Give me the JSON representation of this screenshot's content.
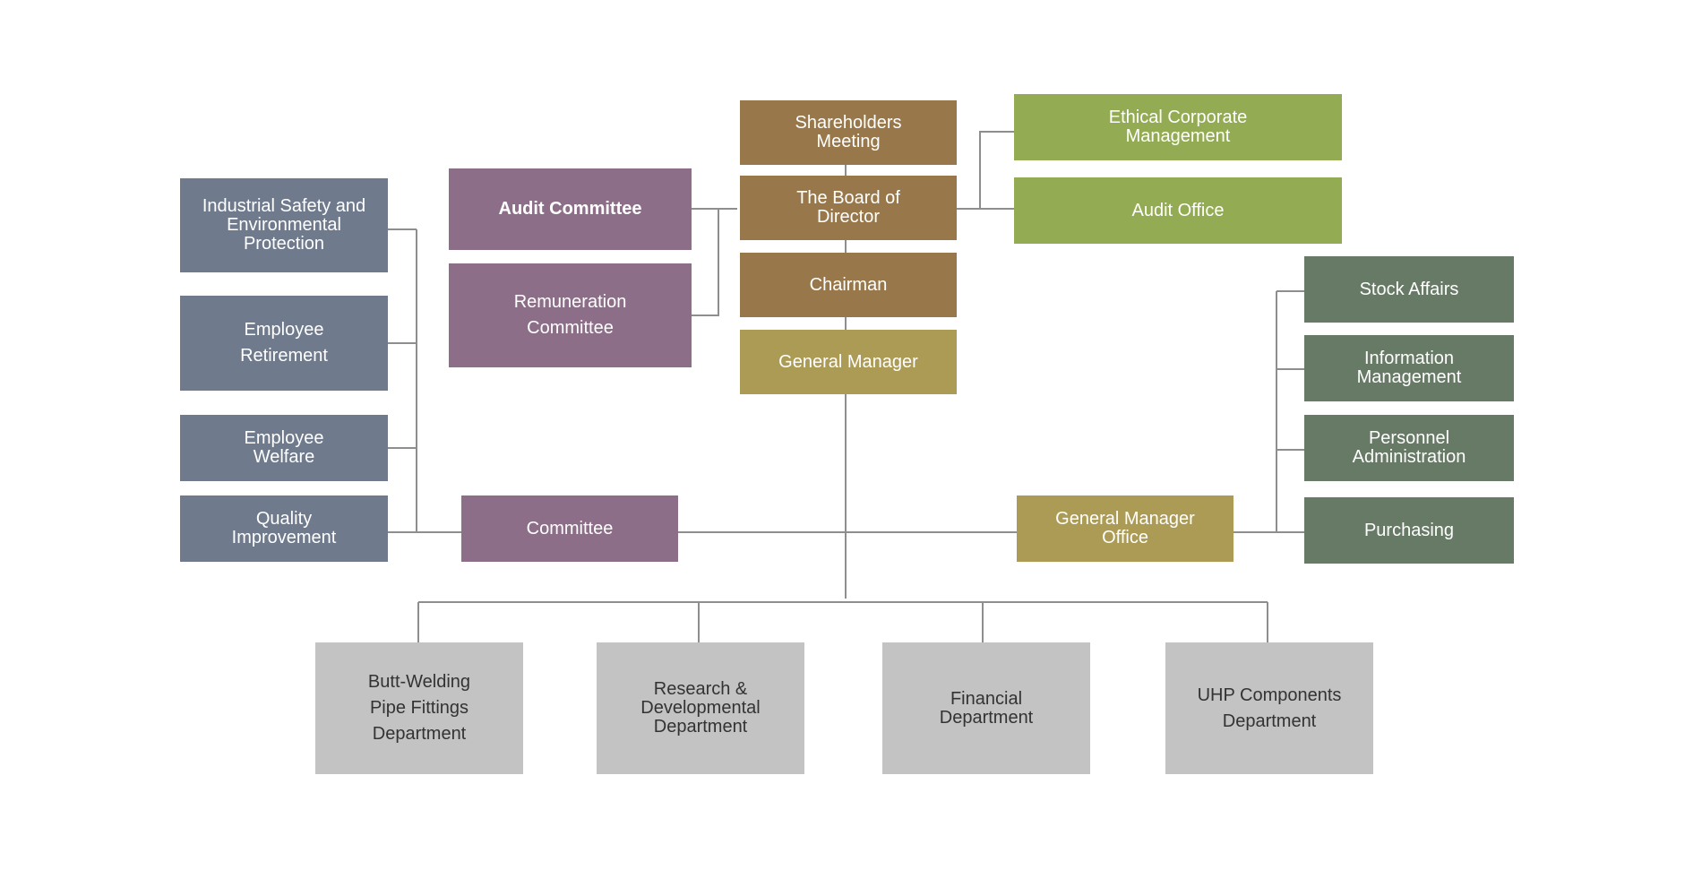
{
  "colors": {
    "governance": "#98784a",
    "general_manager": "#ab9b55",
    "oversight": "#93ab52",
    "safety_welfare": "#6f7a8c",
    "committees": "#8d6e88",
    "admin": "#677a66",
    "departments": "#c3c3c3",
    "connector": "#8e8e8e"
  },
  "nodes": {
    "shareholders": [
      "Shareholders",
      "Meeting"
    ],
    "board": [
      "The Board of",
      "Director"
    ],
    "chairman": [
      "Chairman"
    ],
    "general_manager": [
      "General Manager"
    ],
    "ethical": [
      "Ethical Corporate",
      "Management"
    ],
    "audit_office": [
      "Audit Office"
    ],
    "audit_committee": [
      "Audit Committee"
    ],
    "remuneration": [
      "Remuneration",
      "Committee"
    ],
    "industrial_safety": [
      "Industrial Safety and",
      "Environmental",
      "Protection"
    ],
    "retirement": [
      "Employee",
      "Retirement"
    ],
    "welfare": [
      "Employee",
      "Welfare"
    ],
    "quality": [
      "Quality",
      "Improvement"
    ],
    "committee": [
      "Committee"
    ],
    "gm_office": [
      "General Manager",
      "Office"
    ],
    "stock": [
      "Stock Affairs"
    ],
    "info_mgmt": [
      "Information",
      "Management"
    ],
    "personnel": [
      "Personnel",
      "Administration"
    ],
    "purchasing": [
      "Purchasing"
    ],
    "butt_welding": [
      "Butt-Welding",
      "Pipe Fittings",
      "Department"
    ],
    "research": [
      "Research &",
      "Developmental",
      "Department"
    ],
    "financial": [
      "Financial",
      "Department"
    ],
    "uhp": [
      "UHP Components",
      "Department"
    ]
  }
}
